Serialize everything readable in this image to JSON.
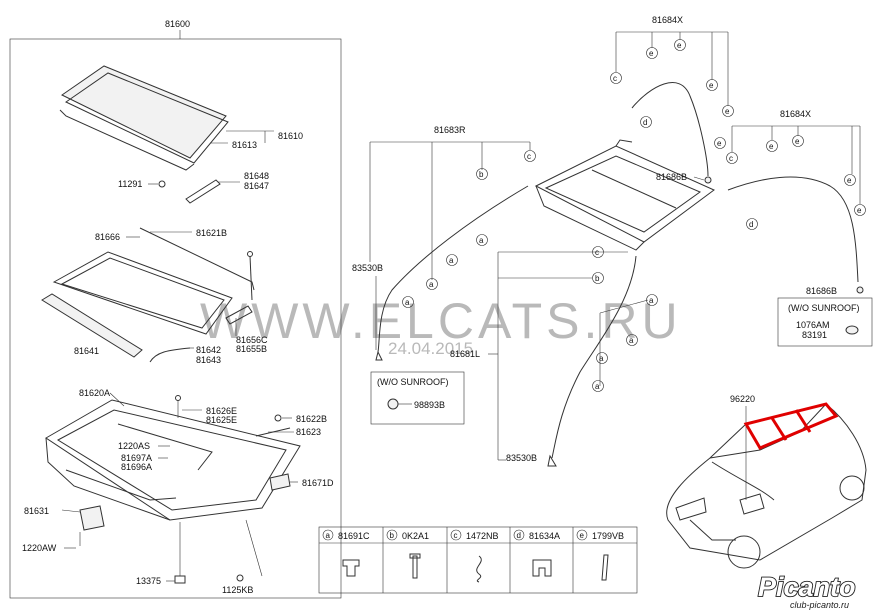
{
  "watermark": {
    "site": "WWW.ELCATS.RU",
    "date": "24.04.2015"
  },
  "logo": {
    "brand": "Picanto",
    "site": "club-picanto.ru"
  },
  "assembly_box": {
    "label": "81600",
    "parts": {
      "glass": "81610",
      "glass_seal": "81613",
      "screw": "11291",
      "bracket_a": "81648",
      "bracket_b": "81647",
      "sunshade": "81666",
      "frame_top": "81621B",
      "trim_strip": "81641",
      "guide_a": "81642",
      "guide_b": "81643",
      "guide_c": "81656C",
      "guide_d": "81655B",
      "frame": "81620A",
      "rail_a": "81626E",
      "rail_b": "81625E",
      "clip_a": "81622B",
      "rail_c": "81623",
      "bolt": "1220AS",
      "deflector_a": "81697A",
      "deflector_b": "81696A",
      "drive": "81671D",
      "motor": "81631",
      "motor_bolt": "1220AW",
      "nut": "13375",
      "fastener": "1125KB"
    }
  },
  "hoses_left": {
    "front_drain": "81683R",
    "hose_upper": "83530B",
    "hose_lower": "83530B",
    "rear_drain": "81681L",
    "no_sunroof_label": "(W/O SUNROOF)",
    "no_sunroof_part": "98893B"
  },
  "hoses_right": {
    "drain_top": "81684X",
    "drain_right": "81684X",
    "grommet_a": "81686B",
    "grommet_b": "81686B",
    "no_sunroof_label": "(W/O SUNROOF)",
    "no_sunroof_part_a": "1076AM",
    "no_sunroof_part_b": "83191"
  },
  "car": {
    "roof_part": "96220"
  },
  "callout_letters": {
    "a": "a",
    "b": "b",
    "c": "c",
    "d": "d",
    "e": "e"
  },
  "legend": [
    {
      "letter": "a",
      "part": "81691C",
      "icon": "clip-icon"
    },
    {
      "letter": "b",
      "part": "0K2A1",
      "icon": "cable-tie-icon"
    },
    {
      "letter": "c",
      "part": "1472NB",
      "icon": "spring-clip-icon"
    },
    {
      "letter": "d",
      "part": "81634A",
      "icon": "bracket-clip-icon"
    },
    {
      "letter": "e",
      "part": "1799VB",
      "icon": "tie-strap-icon"
    }
  ],
  "colors": {
    "line": "#333333",
    "highlight": "#e00000",
    "watermark": "#b9b9b9"
  }
}
